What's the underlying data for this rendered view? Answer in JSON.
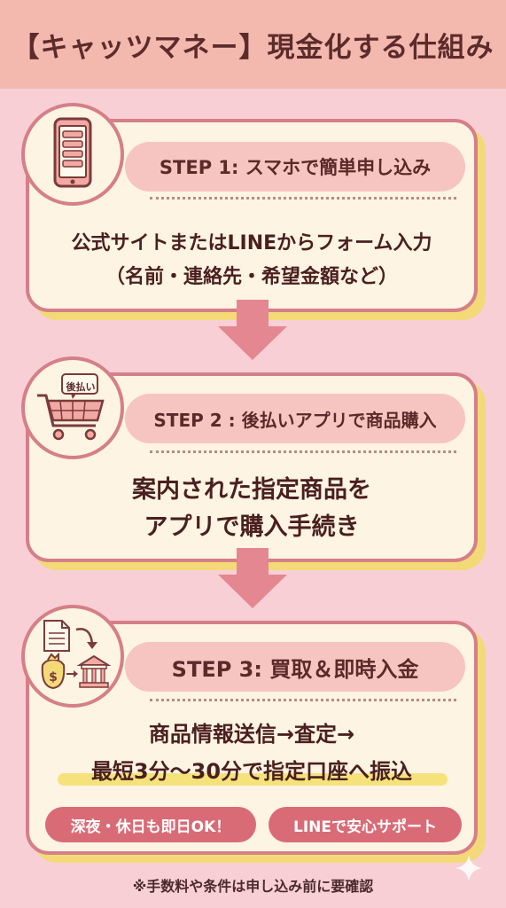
{
  "header": {
    "title": "【キャッツマネー】現金化する仕組み"
  },
  "steps": [
    {
      "title": "STEP 1: スマホで簡単申し込み",
      "icon": "smartphone-form-icon",
      "lines": [
        "公式サイトまたはLINEからフォーム入力",
        "（名前・連絡先・希望金額など）"
      ]
    },
    {
      "title": "STEP 2 : 後払いアプリで商品購入",
      "icon": "shopping-cart-icon",
      "icon_label": "後払い",
      "lines": [
        "案内された指定商品を",
        "アプリで購入手続き"
      ]
    },
    {
      "title": "STEP 3: 買取＆即時入金",
      "icon": "document-bank-icon",
      "lines": [
        "商品情報送信→査定→",
        "最短3分〜30分で指定口座へ振込"
      ],
      "tags": [
        "深夜・休日も即日OK！",
        "LINEで安心サポート"
      ]
    }
  ],
  "footnote": "※手数料や条件は申し込み前に要確認",
  "colors": {
    "background": "#f9cfd6",
    "header": "#f4b9ae",
    "card": "#fdf4e3",
    "border": "#d57f86",
    "shadow": "#f3d978",
    "pill": "#f7c5c1",
    "tag": "#d96b76",
    "arrow": "#e58790"
  }
}
